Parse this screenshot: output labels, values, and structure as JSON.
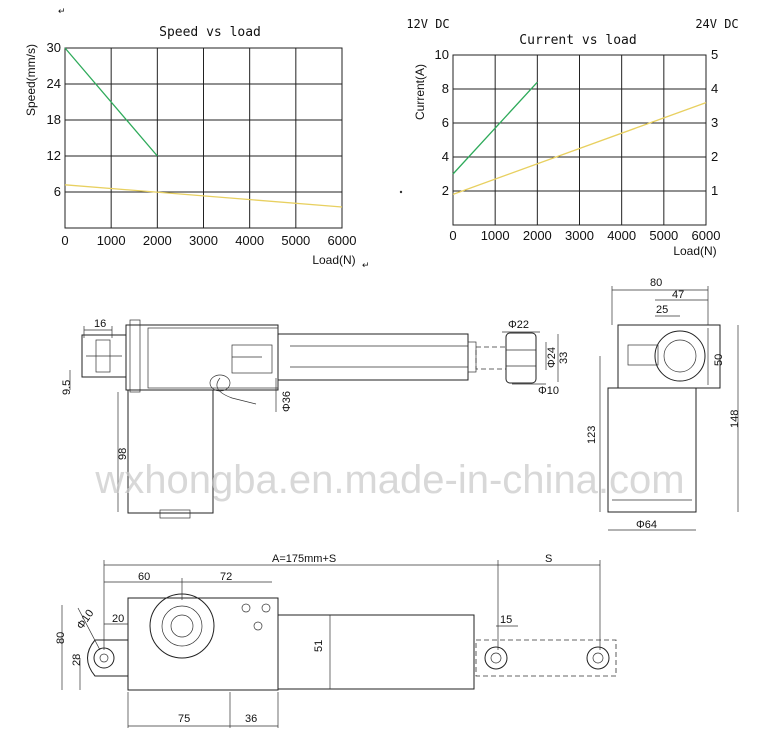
{
  "chart_data": [
    {
      "type": "line",
      "title": "Speed vs load",
      "xlabel": "Load(N)",
      "ylabel": "Speed(mm/s)",
      "x_ticks": [
        "0",
        "1000",
        "2000",
        "3000",
        "4000",
        "5000",
        "6000"
      ],
      "y_ticks": [
        "30",
        "24",
        "18",
        "12",
        "6"
      ],
      "xlim": [
        0,
        6000
      ],
      "ylim": [
        0,
        30
      ],
      "grid": true,
      "series": [
        {
          "color": "#2eaa5a",
          "x": [
            0,
            2000
          ],
          "y": [
            30,
            12
          ]
        },
        {
          "color": "#e8d060",
          "x": [
            0,
            6000
          ],
          "y": [
            7.2,
            3.5
          ]
        }
      ]
    },
    {
      "type": "line",
      "title": "Current vs load",
      "xlabel": "Load(N)",
      "ylabel": "Current(A)",
      "label_left": "12V DC",
      "label_right": "24V DC",
      "x_ticks": [
        "0",
        "1000",
        "2000",
        "3000",
        "4000",
        "5000",
        "6000"
      ],
      "y_ticks_left": [
        "10",
        "8",
        "6",
        "4",
        "2"
      ],
      "y_ticks_right": [
        "5",
        "4",
        "3",
        "2",
        "1"
      ],
      "xlim": [
        0,
        6000
      ],
      "ylim_left": [
        0,
        10
      ],
      "ylim_right": [
        0,
        5
      ],
      "grid": true,
      "series": [
        {
          "axis": "left",
          "color": "#2eaa5a",
          "x": [
            0,
            2000
          ],
          "y": [
            3.0,
            8.4
          ]
        },
        {
          "axis": "right",
          "color": "#e8d060",
          "x": [
            0,
            6000
          ],
          "y": [
            0.9,
            3.6
          ]
        }
      ]
    }
  ],
  "drawings": {
    "side_view": {
      "dims": [
        "16",
        "9.5",
        "98",
        "Φ36",
        "Φ22",
        "Φ24",
        "33",
        "Φ10"
      ]
    },
    "end_view": {
      "dims": [
        "80",
        "47",
        "25",
        "50",
        "148",
        "123",
        "Φ64"
      ]
    },
    "top_view": {
      "dims": [
        "A=175mm+S",
        "S",
        "60",
        "72",
        "Φ10",
        "20",
        "80",
        "28",
        "51",
        "15",
        "75",
        "36"
      ]
    }
  },
  "watermark": "wxhongba.en.made-in-china.com",
  "return_marks": [
    "↵",
    "↵"
  ]
}
